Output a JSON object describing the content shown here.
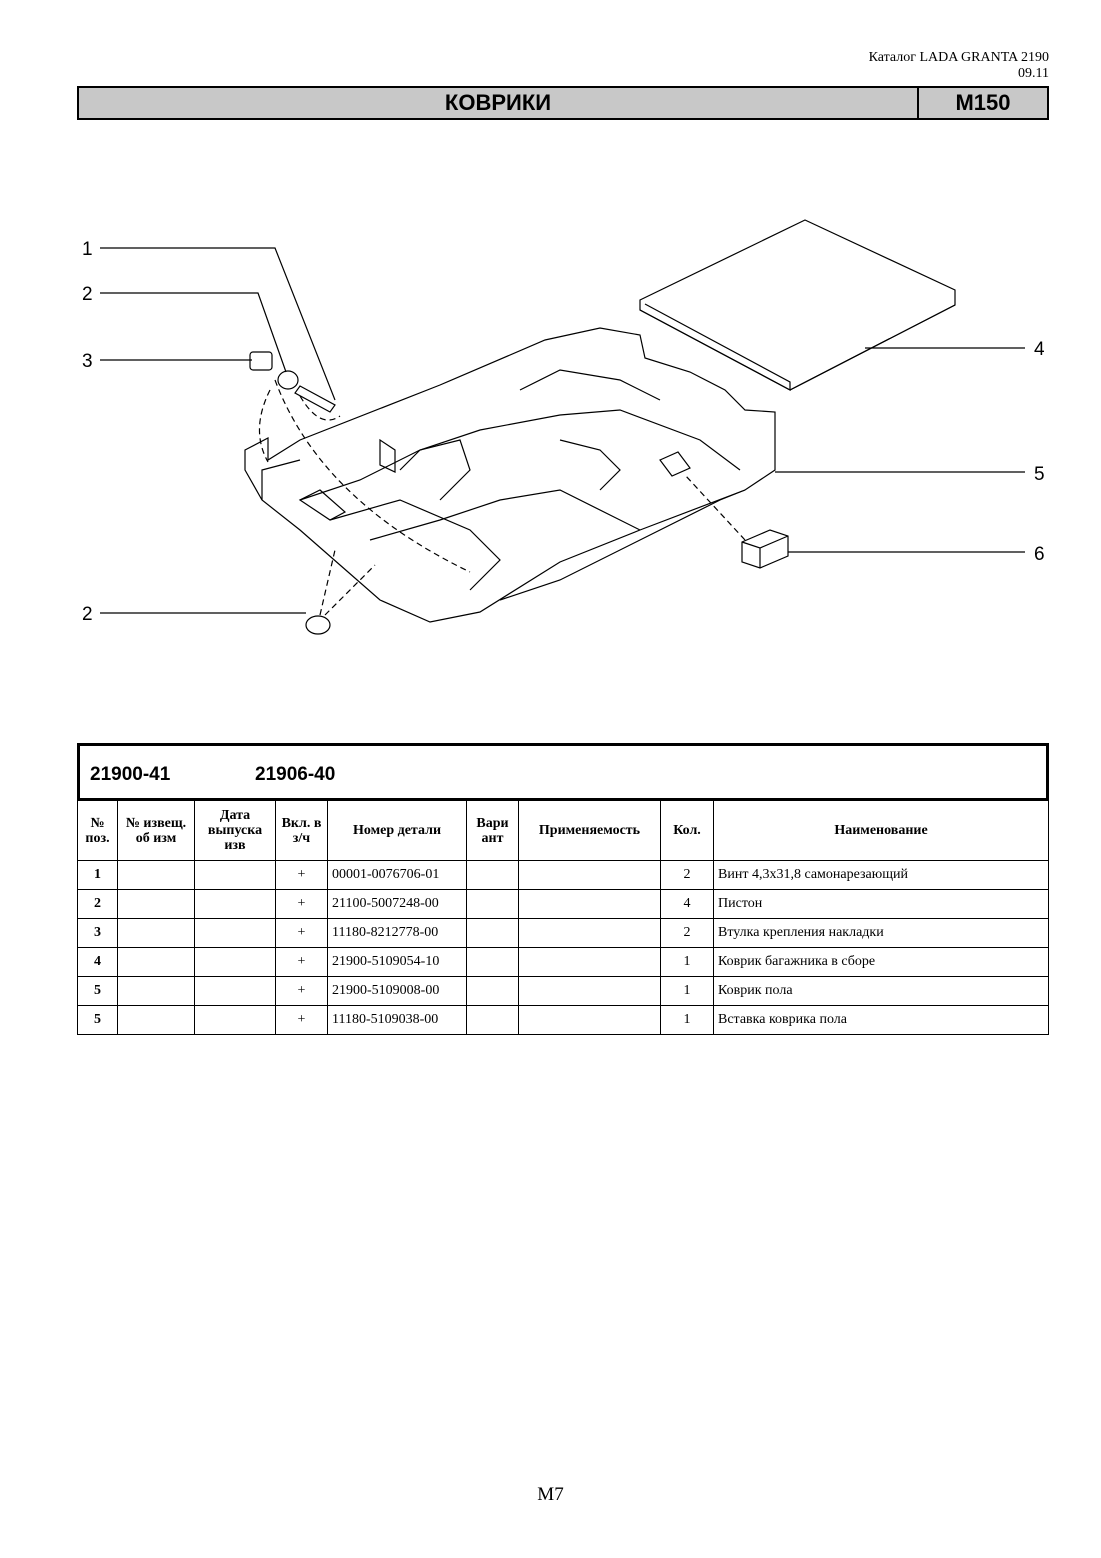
{
  "header": {
    "catalog": "Каталог LADA GRANTA 2190",
    "date": "09.11"
  },
  "title": {
    "name": "КОВРИКИ",
    "code": "M150"
  },
  "figure": {
    "callouts": [
      "1",
      "2",
      "3",
      "4",
      "5",
      "6",
      "2"
    ]
  },
  "models": [
    "21900-41",
    "21906-40"
  ],
  "table": {
    "headers": {
      "pos": "№ поз.",
      "notice": "№ извещ. об изм",
      "date": "Дата выпуска изв",
      "incl": "Вкл. в з/ч",
      "part": "Номер детали",
      "variant": "Вари ант",
      "applic": "Применяемость",
      "qty": "Кол.",
      "name": "Наименование"
    },
    "rows": [
      {
        "pos": "1",
        "notice": "",
        "date": "",
        "incl": "+",
        "part": "00001-0076706-01",
        "variant": "",
        "applic": "",
        "qty": "2",
        "name": "Винт 4,3х31,8 самонарезающий"
      },
      {
        "pos": "2",
        "notice": "",
        "date": "",
        "incl": "+",
        "part": "21100-5007248-00",
        "variant": "",
        "applic": "",
        "qty": "4",
        "name": "Пистон"
      },
      {
        "pos": "3",
        "notice": "",
        "date": "",
        "incl": "+",
        "part": "11180-8212778-00",
        "variant": "",
        "applic": "",
        "qty": "2",
        "name": "Втулка крепления накладки"
      },
      {
        "pos": "4",
        "notice": "",
        "date": "",
        "incl": "+",
        "part": "21900-5109054-10",
        "variant": "",
        "applic": "",
        "qty": "1",
        "name": "Коврик багажника в сборе"
      },
      {
        "pos": "5",
        "notice": "",
        "date": "",
        "incl": "+",
        "part": "21900-5109008-00",
        "variant": "",
        "applic": "",
        "qty": "1",
        "name": "Коврик пола"
      },
      {
        "pos": "5",
        "notice": "",
        "date": "",
        "incl": "+",
        "part": "11180-5109038-00",
        "variant": "",
        "applic": "",
        "qty": "1",
        "name": "Вставка коврика пола"
      }
    ]
  },
  "footer": {
    "page": "M7"
  }
}
